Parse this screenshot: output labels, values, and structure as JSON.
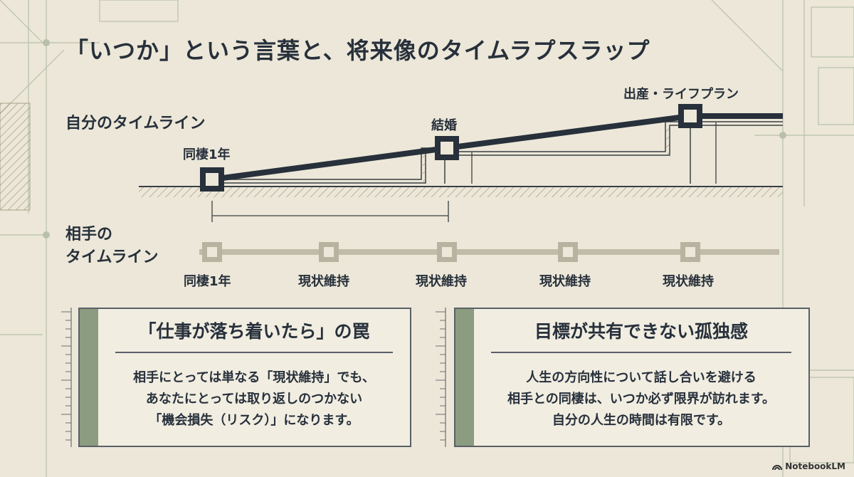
{
  "title": "「いつか」という言葉と、将来像のタイムラプスラップ",
  "rows": {
    "self": "自分のタイムライン",
    "partner_line1": "相手の",
    "partner_line2": "タイムライン"
  },
  "self_events": [
    "同棲1年",
    "結婚",
    "出産・ライフプラン"
  ],
  "partner_events": [
    "同棲1年",
    "現状維持",
    "現状維持",
    "現状維持",
    "現状維持"
  ],
  "panels": [
    {
      "title": "「仕事が落ち着いたら」の罠",
      "lines": [
        "相手にとっては単なる「現状維持」でも、",
        "あなたにとっては取り返しのつかない",
        "「機会損失（リスク）」になります。"
      ]
    },
    {
      "title": "目標が共有できない孤独感",
      "lines": [
        "人生の方向性について話し合いを避ける",
        "相手との同棲は、いつか必ず限界が訪れます。",
        "自分の人生の時間は有限です。"
      ]
    }
  ],
  "logo": "NotebookLM",
  "colors": {
    "background": "#ece7d8",
    "navy": "#27303b",
    "muted": "#b9b2a0",
    "accent": "#8c9c80"
  }
}
